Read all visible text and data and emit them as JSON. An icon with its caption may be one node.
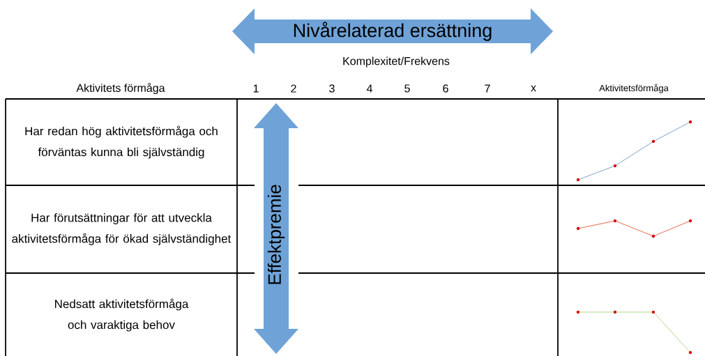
{
  "diagram": {
    "nodes": [
      {
        "text": [
          "Nivårelaterad ersättning"
        ]
      },
      {
        "text": [
          "Har redan hög aktivitetsförmåga och förväntas kunna bli självständig"
        ]
      },
      {
        "text": [
          "Har förutsättningar för att utveckla aktivitetsförmåga för ökad självständighet"
        ]
      },
      {
        "text": [
          "Nedsatt aktivitetsförmåga och varaktiga behov"
        ]
      },
      {
        "text": [
          "Effektpremie"
        ]
      }
    ],
    "labels": [
      "Komplexitet/Frekvens",
      "Aktivitets förmåga",
      "1",
      "2",
      "3",
      "4",
      "5",
      "6",
      "7",
      "x",
      "Aktivitetsförmåga"
    ]
  }
}
